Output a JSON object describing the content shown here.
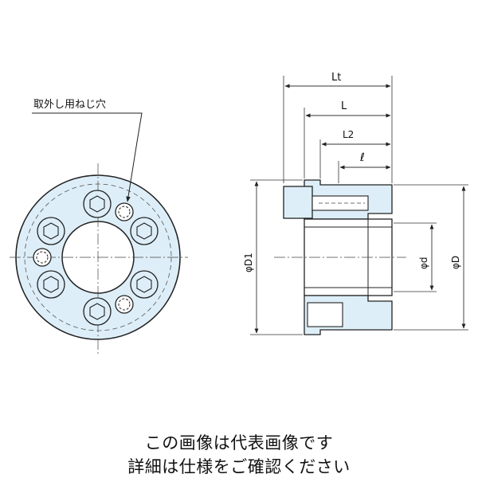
{
  "labels": {
    "hole_note": "取外し用ねじ穴",
    "Lt": "Lt",
    "L": "L",
    "L2": "L2",
    "l": "ℓ",
    "phiD1": "φD1",
    "phid": "φd",
    "phiD": "φD"
  },
  "caption": {
    "line1": "この画像は代表画像です",
    "line2": "詳細は仕様をご確認ください"
  },
  "colors": {
    "part_fill": "#ddeef8",
    "line": "#222222",
    "dim_line": "#333333"
  }
}
